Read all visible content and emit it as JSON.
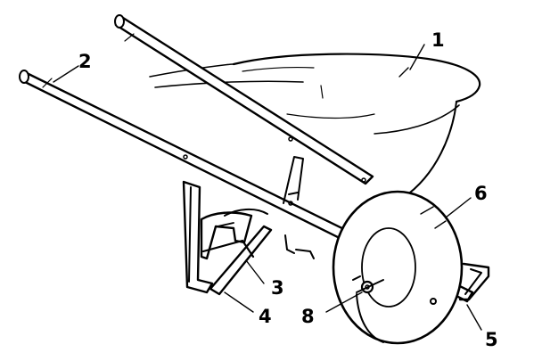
{
  "diagram": {
    "labels": {
      "tray": "1",
      "handle": "2",
      "leg_brace": "3",
      "leg": "4",
      "wheel_bracket": "5",
      "wheel": "6",
      "axle": "8"
    },
    "colors": {
      "ink": "#000000",
      "background": "#ffffff"
    }
  }
}
